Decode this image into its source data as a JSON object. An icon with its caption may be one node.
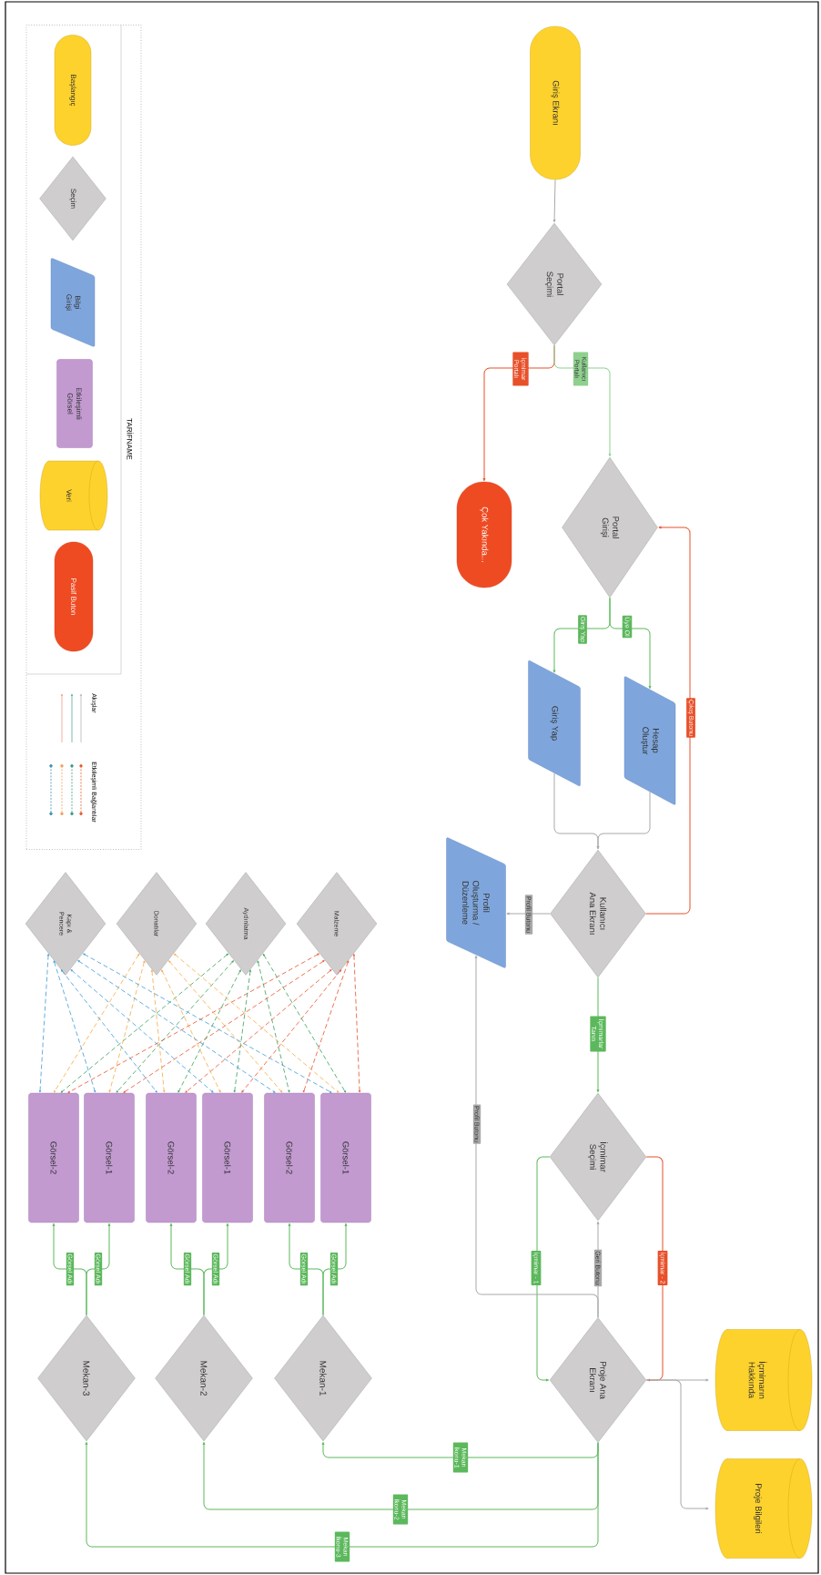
{
  "diagram": {
    "nodes": [
      {
        "text": [
          "Giriş Ekranı"
        ]
      },
      {
        "text": [
          "Portal Seçimi"
        ]
      },
      {
        "text": [
          "Çok Yakında..."
        ]
      },
      {
        "text": [
          "Portal Girişi"
        ]
      },
      {
        "text": [
          "Giriş Yap"
        ]
      },
      {
        "text": [
          "Hesap Oluştur"
        ]
      },
      {
        "text": [
          "Kullanıcı Ana Ekranı"
        ]
      },
      {
        "text": [
          "Profil Oluşturma / Düzenleme"
        ]
      },
      {
        "text": [
          "İçmimar Seçimi"
        ]
      },
      {
        "text": [
          "Proje Ana Ekranı"
        ]
      },
      {
        "text": [
          "İçmimarın Hakkında"
        ]
      },
      {
        "text": [
          "Proje Bilgileri"
        ]
      },
      {
        "text": [
          "Mekan-1"
        ]
      },
      {
        "text": [
          "Mekan-2"
        ]
      },
      {
        "text": [
          "Mekan-3"
        ]
      },
      {
        "text": [
          "Görsel-1"
        ]
      },
      {
        "text": [
          "Görsel-2"
        ]
      },
      {
        "text": [
          "Görsel-1"
        ]
      },
      {
        "text": [
          "Görsel-2"
        ]
      },
      {
        "text": [
          "Görsel-1"
        ]
      },
      {
        "text": [
          "Görsel-2"
        ]
      },
      {
        "text": [
          "Malzeme"
        ]
      },
      {
        "text": [
          "Aydınlatma"
        ]
      },
      {
        "text": [
          "Donatılar"
        ]
      },
      {
        "text": [
          "Kapı & Pencere"
        ]
      },
      {
        "text": [
          "TARİFNAME"
        ]
      },
      {
        "text": [
          "Başlangıç"
        ],
        "in": 25
      },
      {
        "text": [
          "Seçim"
        ],
        "in": 25
      },
      {
        "text": [
          "Bilgi Girişi"
        ],
        "in": 25
      },
      {
        "text": [
          "Etkileşimli Görsel"
        ],
        "in": 25
      },
      {
        "text": [
          "Veri"
        ],
        "in": 25
      },
      {
        "text": [
          "Pasif Buton"
        ],
        "in": 25
      }
    ],
    "edges": [
      {
        "from": 0,
        "to": 1,
        "arrow": "to",
        "color": "#a9a9a9"
      },
      {
        "from": 1,
        "to": 2,
        "arrow": "to",
        "label": "İçmimar Portalı",
        "color": "#e8502a"
      },
      {
        "from": 1,
        "to": 3,
        "arrow": "to",
        "label": "Kullanıcı Portalı",
        "color": "#8fd08f"
      },
      {
        "from": 3,
        "to": 4,
        "arrow": "to",
        "label": "Giriş Yap"
      },
      {
        "from": 3,
        "to": 5,
        "arrow": "to",
        "label": "Üye Ol"
      },
      {
        "from": 4,
        "to": 6,
        "arrow": "to",
        "color": "#a9a9a9"
      },
      {
        "from": 5,
        "to": 6,
        "arrow": "to",
        "color": "#a9a9a9"
      },
      {
        "from": 6,
        "to": 3,
        "arrow": "to",
        "label": "Çıkış Butonu",
        "color": "#e8502a"
      },
      {
        "from": 6,
        "to": 7,
        "arrow": "to",
        "label": "Profil Butonu",
        "color": "#a9a9a9"
      },
      {
        "from": 6,
        "to": 8,
        "arrow": "to",
        "label": "İçmimarlar Tanıtı"
      },
      {
        "from": 8,
        "to": 9,
        "arrow": "to",
        "label": "İçmimar - 1"
      },
      {
        "from": 8,
        "to": 9,
        "arrow": "to",
        "label": "İçmimar - 2",
        "color": "#e8502a"
      },
      {
        "from": 9,
        "to": 8,
        "arrow": "to",
        "label": "Geri Butonu",
        "color": "#a9a9a9"
      },
      {
        "from": 9,
        "to": 7,
        "arrow": "to",
        "label": "Profil Butonu",
        "color": "#a9a9a9"
      },
      {
        "from": 9,
        "to": 10,
        "arrow": "to",
        "color": "#a9a9a9"
      },
      {
        "from": 9,
        "to": 11,
        "arrow": "to",
        "color": "#a9a9a9"
      },
      {
        "from": 9,
        "to": 12,
        "arrow": "to",
        "label": "Mekan İkonu-1"
      },
      {
        "from": 9,
        "to": 13,
        "arrow": "to",
        "label": "Mekan İkonu-2"
      },
      {
        "from": 9,
        "to": 14,
        "arrow": "to",
        "label": "Mekan İkonu-3"
      },
      {
        "from": 12,
        "to": 15,
        "arrow": "to",
        "label": "Görsel Adı"
      },
      {
        "from": 12,
        "to": 16,
        "arrow": "to",
        "label": "Görsel Adı"
      },
      {
        "from": 13,
        "to": 17,
        "arrow": "to",
        "label": "Görsel Adı"
      },
      {
        "from": 13,
        "to": 18,
        "arrow": "to",
        "label": "Görsel Adı"
      },
      {
        "from": 14,
        "to": 19,
        "arrow": "to",
        "label": "Görsel Adı"
      },
      {
        "from": 14,
        "to": 20,
        "arrow": "to",
        "label": "Görsel Adı"
      },
      {
        "from": 21,
        "to": 15,
        "arrow": "both",
        "style": "dashed",
        "color": "#e8502a"
      },
      {
        "from": 21,
        "to": 16,
        "arrow": "both",
        "style": "dashed",
        "color": "#e8502a"
      },
      {
        "from": 21,
        "to": 17,
        "arrow": "both",
        "style": "dashed",
        "color": "#e8502a"
      },
      {
        "from": 21,
        "to": 18,
        "arrow": "both",
        "style": "dashed",
        "color": "#e8502a"
      },
      {
        "from": 21,
        "to": 19,
        "arrow": "both",
        "style": "dashed",
        "color": "#e8502a"
      },
      {
        "from": 21,
        "to": 20,
        "arrow": "both",
        "style": "dashed",
        "color": "#e8502a"
      },
      {
        "from": 22,
        "to": 15,
        "arrow": "both",
        "style": "dashed",
        "color": "#3aa05a"
      },
      {
        "from": 22,
        "to": 16,
        "arrow": "both",
        "style": "dashed",
        "color": "#3aa05a"
      },
      {
        "from": 22,
        "to": 17,
        "arrow": "both",
        "style": "dashed",
        "color": "#3aa05a"
      },
      {
        "from": 22,
        "to": 18,
        "arrow": "both",
        "style": "dashed",
        "color": "#3aa05a"
      },
      {
        "from": 22,
        "to": 19,
        "arrow": "both",
        "style": "dashed",
        "color": "#3aa05a"
      },
      {
        "from": 22,
        "to": 20,
        "arrow": "both",
        "style": "dashed",
        "color": "#3aa05a"
      },
      {
        "from": 23,
        "to": 15,
        "arrow": "both",
        "style": "dashed",
        "color": "#f5a942"
      },
      {
        "from": 23,
        "to": 16,
        "arrow": "both",
        "style": "dashed",
        "color": "#f5a942"
      },
      {
        "from": 23,
        "to": 17,
        "arrow": "both",
        "style": "dashed",
        "color": "#f5a942"
      },
      {
        "from": 23,
        "to": 18,
        "arrow": "both",
        "style": "dashed",
        "color": "#f5a942"
      },
      {
        "from": 23,
        "to": 19,
        "arrow": "both",
        "style": "dashed",
        "color": "#f5a942"
      },
      {
        "from": 23,
        "to": 20,
        "arrow": "both",
        "style": "dashed",
        "color": "#f5a942"
      },
      {
        "from": 24,
        "to": 15,
        "arrow": "both",
        "style": "dashed",
        "color": "#3d9bd6"
      },
      {
        "from": 24,
        "to": 16,
        "arrow": "both",
        "style": "dashed",
        "color": "#3d9bd6"
      },
      {
        "from": 24,
        "to": 17,
        "arrow": "both",
        "style": "dashed",
        "color": "#3d9bd6"
      },
      {
        "from": 24,
        "to": 18,
        "arrow": "both",
        "style": "dashed",
        "color": "#3d9bd6"
      },
      {
        "from": 24,
        "to": 19,
        "arrow": "both",
        "style": "dashed",
        "color": "#3d9bd6"
      },
      {
        "from": 24,
        "to": 20,
        "arrow": "both",
        "style": "dashed",
        "color": "#3d9bd6"
      }
    ],
    "legend": [
      {
        "text": "Akışlar"
      },
      {
        "text": "Etkileşimli Bağlantılar"
      }
    ]
  }
}
